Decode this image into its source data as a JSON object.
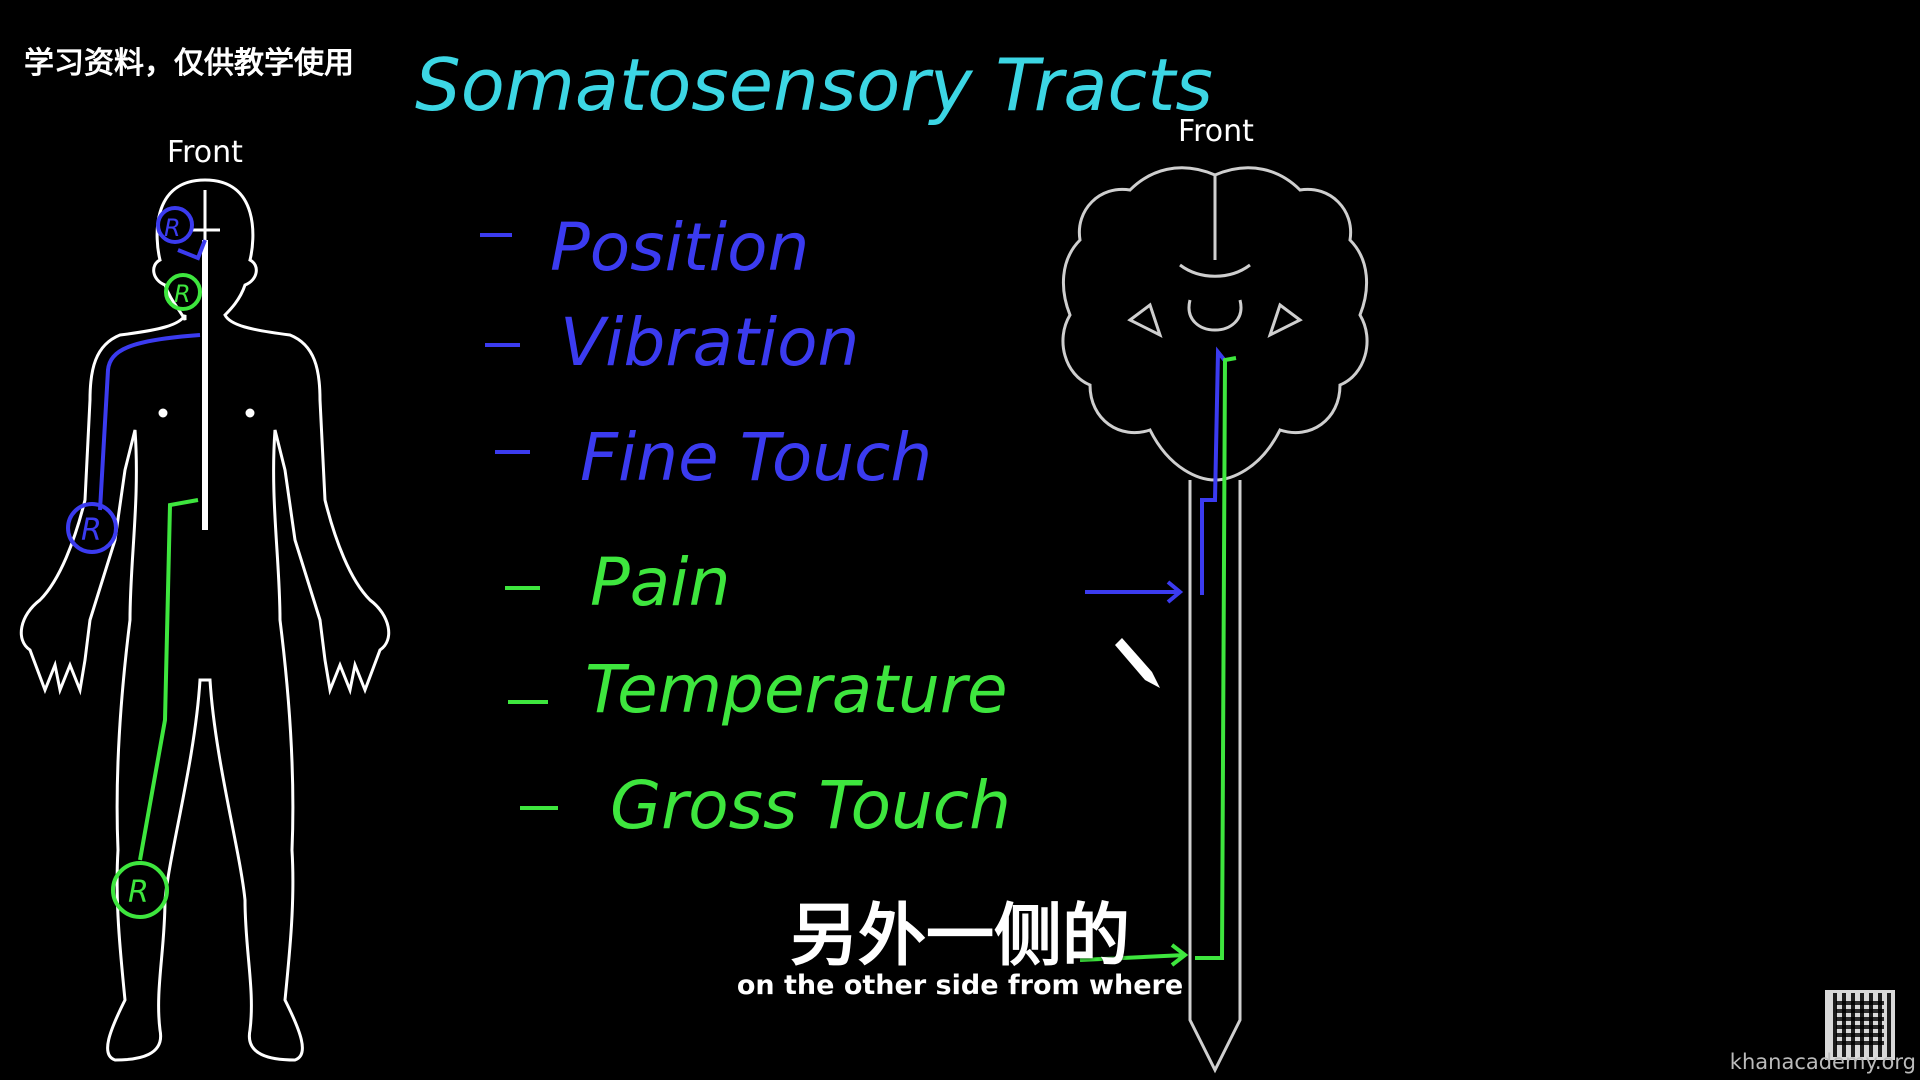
{
  "watermark": "学习资料，仅供教学使用",
  "title": "Somatosensory Tracts",
  "left_diagram": {
    "label": "Front",
    "receptor_label": "R"
  },
  "right_diagram": {
    "label": "Front"
  },
  "tracts": {
    "blue": {
      "color": "#3b3bf0",
      "items": [
        "Position",
        "Vibration",
        "Fine Touch"
      ]
    },
    "green": {
      "color": "#3ee63e",
      "items": [
        "Pain",
        "Temperature",
        "Gross Touch"
      ]
    }
  },
  "title_color": "#3cd6e4",
  "subtitle": {
    "chinese": "另外一侧的",
    "english": "on the other side from where"
  },
  "branding": {
    "site": "khanacademy.org",
    "qr_icon": "qr-code-icon"
  },
  "cursor_icon": "pen-cursor-icon"
}
